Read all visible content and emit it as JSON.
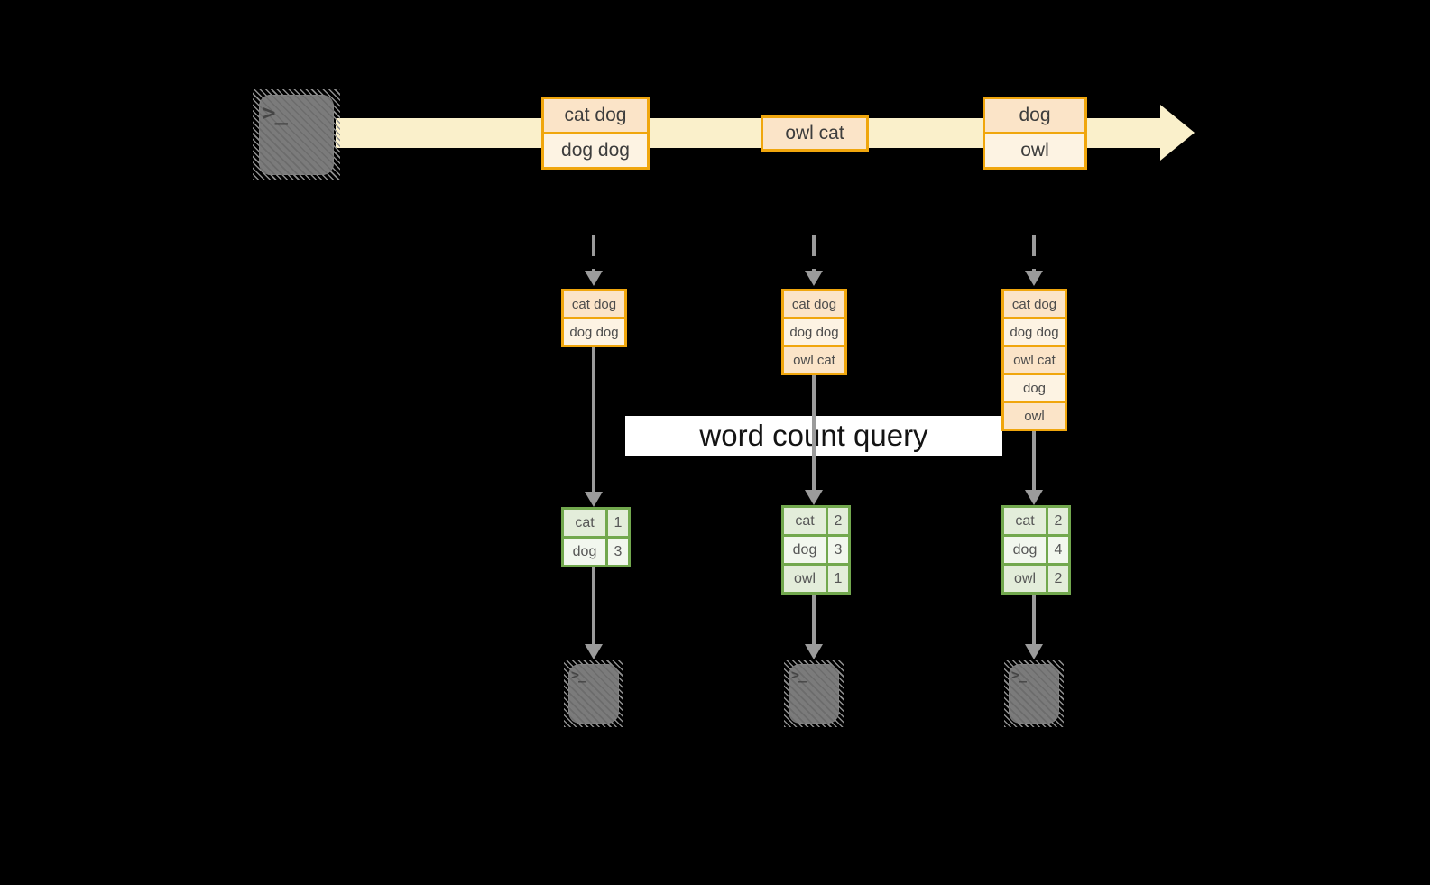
{
  "query_label": "word count query",
  "terminal": {
    "prompt": ">_"
  },
  "stream": {
    "events": [
      {
        "lines": [
          "cat dog",
          "dog dog"
        ]
      },
      {
        "lines": [
          "owl cat"
        ]
      },
      {
        "lines": [
          "dog",
          "owl"
        ]
      }
    ]
  },
  "columns": [
    {
      "accumulated": [
        "cat dog",
        "dog dog"
      ],
      "counts": [
        {
          "word": "cat",
          "count": "1"
        },
        {
          "word": "dog",
          "count": "3"
        }
      ]
    },
    {
      "accumulated": [
        "cat dog",
        "dog dog",
        "owl cat"
      ],
      "counts": [
        {
          "word": "cat",
          "count": "2"
        },
        {
          "word": "dog",
          "count": "3"
        },
        {
          "word": "owl",
          "count": "1"
        }
      ]
    },
    {
      "accumulated": [
        "cat dog",
        "dog dog",
        "owl cat",
        "dog",
        "owl"
      ],
      "counts": [
        {
          "word": "cat",
          "count": "2"
        },
        {
          "word": "dog",
          "count": "4"
        },
        {
          "word": "owl",
          "count": "2"
        }
      ]
    }
  ],
  "colors": {
    "background": "#000000",
    "stream_band": "#FAF0CB",
    "event_border": "#F0A60D",
    "event_fill_peach": "#FBE4C8",
    "event_fill_cream": "#FDF3E3",
    "table_border": "#72A84E",
    "table_fill_green": "#E3EDDA",
    "table_fill_light": "#F2F7EE",
    "arrow_gray": "#9B9B9B",
    "terminal_gray": "#7B7B7B",
    "query_band": "#FFFFFF"
  }
}
